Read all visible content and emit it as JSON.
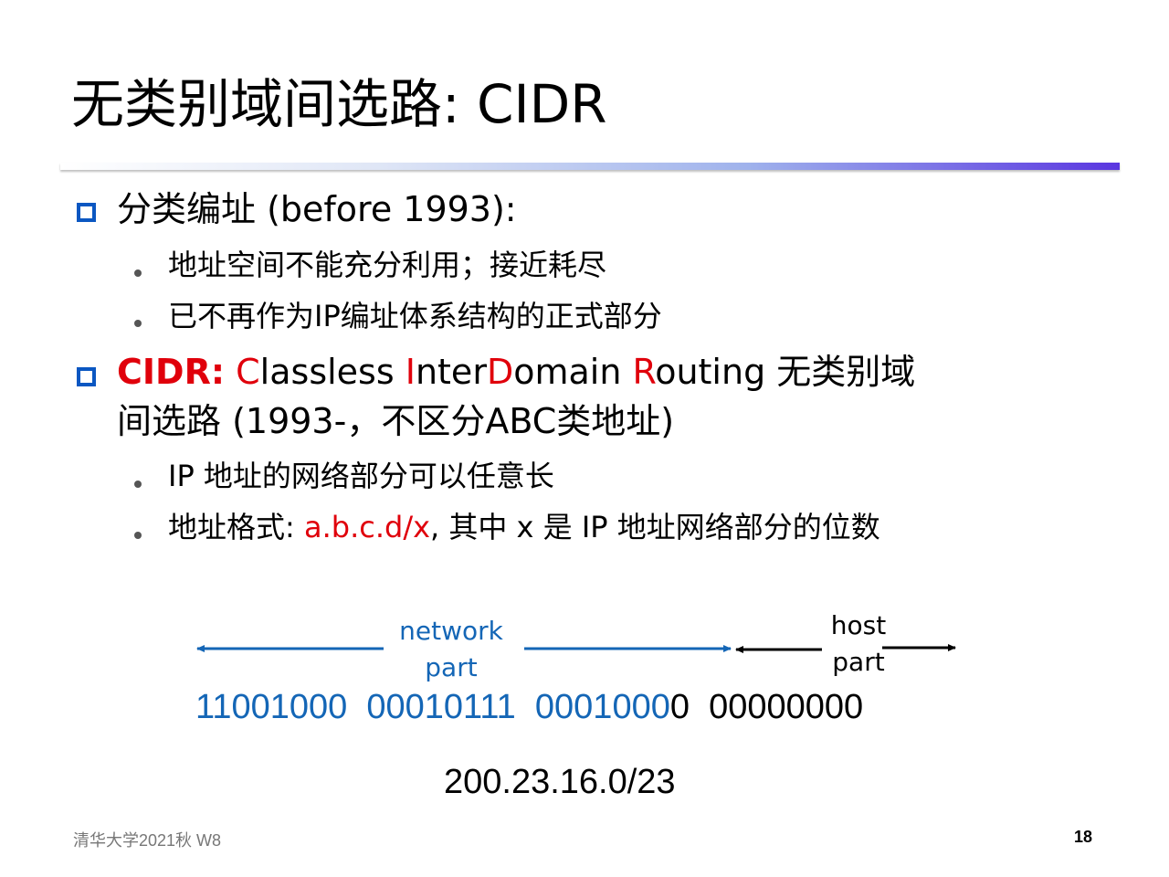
{
  "slide": {
    "title": "无类别域间选路: CIDR",
    "bullets": [
      {
        "text": "分类编址 (before 1993):",
        "sub": [
          "地址空间不能充分利用；接近耗尽",
          "已不再作为IP编址体系结构的正式部分"
        ]
      },
      {
        "cidr_label": "CIDR:",
        "c_letter": "C",
        "c_rest": "lassless ",
        "i_letter": "I",
        "i_rest": "nter",
        "d_letter": "D",
        "d_rest": "omain ",
        "r_letter": "R",
        "r_rest": "outing",
        "line1_tail": " 无类别域",
        "line2": "间选路 (1993-，不区分ABC类地址)",
        "sub": [
          "IP 地址的网络部分可以任意长"
        ],
        "format_prefix": "地址格式: ",
        "format_value": "a.b.c.d/x",
        "format_suffix": ", 其中 x 是 IP 地址网络部分的位数"
      }
    ],
    "diagram": {
      "network_label_1": "network",
      "network_label_2": "part",
      "host_label_1": "host",
      "host_label_2": "part",
      "bits_blue": "11001000  00010111  0001000",
      "bits_black_0": "0",
      "bits_black": "  00000000",
      "address": "200.23.16.0/23"
    },
    "footer": "清华大学2021秋 W8",
    "page_number": "18"
  },
  "colors": {
    "accent_red": "#e0000b",
    "network_blue": "#1466b6",
    "bullet_blue": "#0b57c2"
  }
}
